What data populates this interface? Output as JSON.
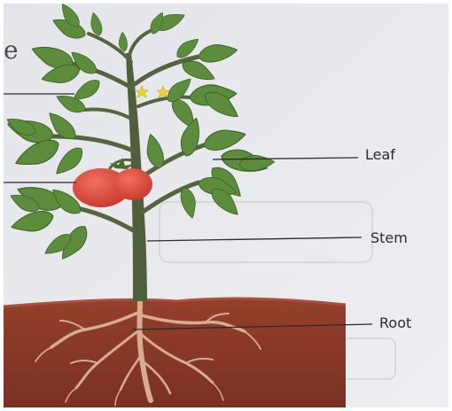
{
  "diagram": {
    "labels": {
      "leaf": "Leaf",
      "stem": "Stem",
      "root": "Root"
    },
    "fragment_char": "e",
    "colors": {
      "paper": "#e9e9ee",
      "soil": "#8a3a28",
      "soil_dark": "#6e2a1c",
      "stem": "#4a5a3a",
      "leaf": "#5b8a3c",
      "leaf_dark": "#3f6a2a",
      "tomato": "#d94a3c",
      "flower": "#f2d23a",
      "root": "#d8a88c",
      "line": "#2b2b2b"
    }
  }
}
